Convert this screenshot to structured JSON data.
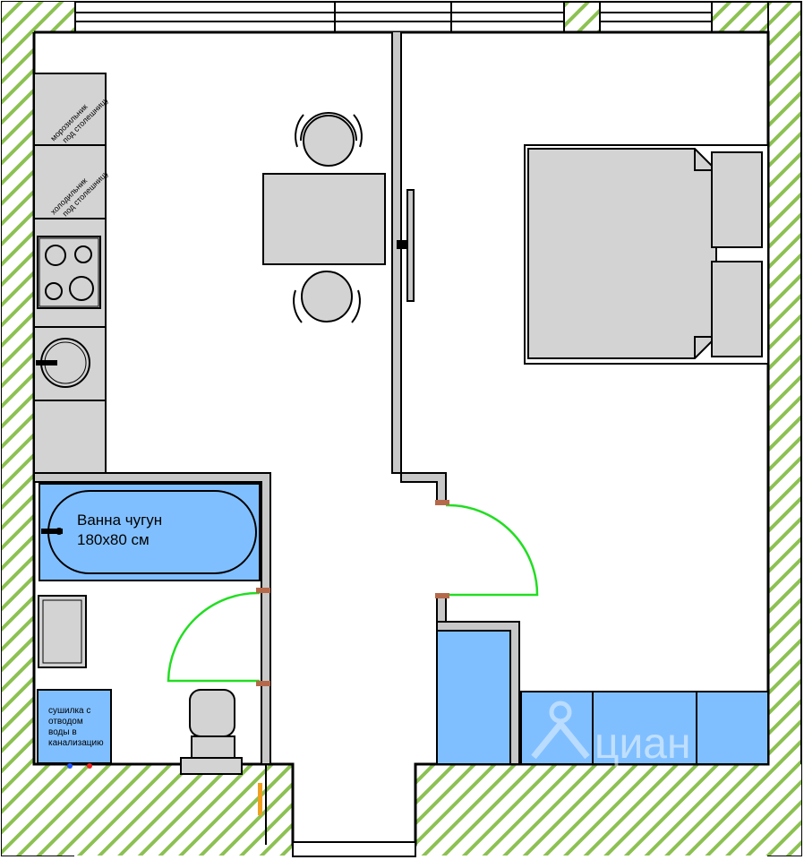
{
  "labels": {
    "freezer": [
      "морозильник",
      "под столешницу"
    ],
    "fridge": [
      "холодильник",
      "под столешницу"
    ],
    "bathtub": [
      "Ванна чугун",
      "180х80 см"
    ],
    "dryer": [
      "сушилка с",
      "отводом",
      "воды в",
      "канализацию"
    ]
  },
  "watermark": "циан",
  "colors": {
    "wall": "#000000",
    "partition": "#c8c8c8",
    "furniture": "#d3d3d3",
    "plumbing": "#80bfff",
    "door_swing": "#22dd22",
    "window_sill": "#5a1e1e",
    "hatch": "#8cc152",
    "door_jamb": "#b5694a"
  }
}
